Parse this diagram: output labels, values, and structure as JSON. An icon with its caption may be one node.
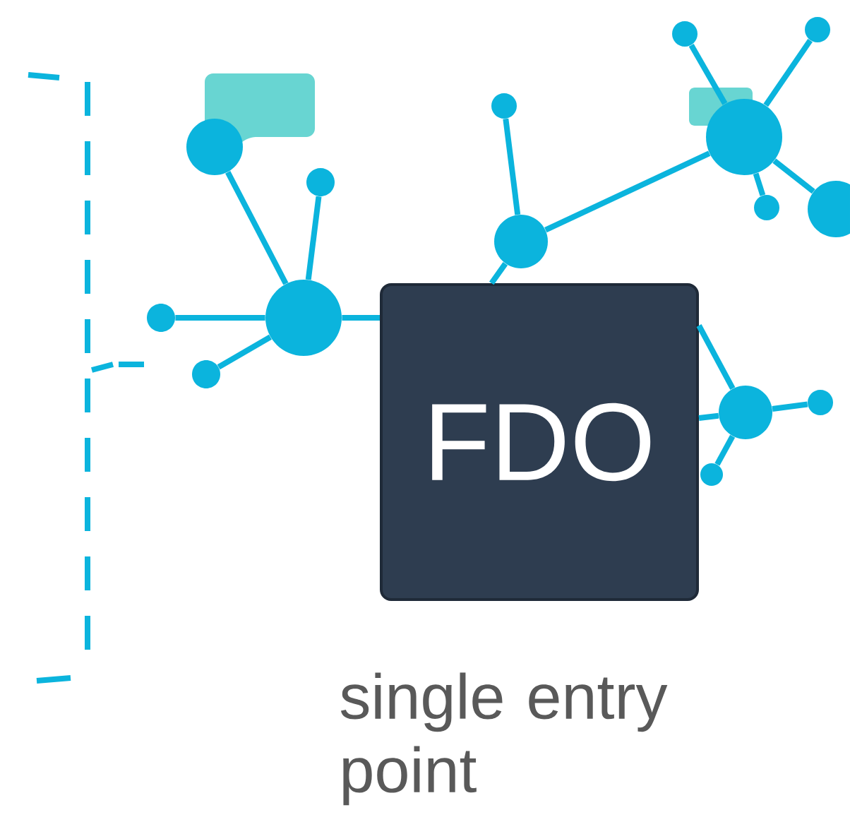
{
  "diagram": {
    "nodes": [
      {
        "text": [],
        "shape": "circle"
      },
      {
        "text": [],
        "shape": "circle"
      },
      {
        "text": [],
        "shape": "circle"
      },
      {
        "text": [],
        "shape": "circle"
      },
      {
        "text": [],
        "shape": "circle"
      },
      {
        "text": [],
        "shape": "circle"
      },
      {
        "text": [],
        "shape": "circle"
      },
      {
        "text": [],
        "shape": "circle"
      },
      {
        "text": [],
        "shape": "circle"
      },
      {
        "text": [],
        "shape": "circle"
      },
      {
        "text": [],
        "shape": "circle"
      },
      {
        "text": [],
        "shape": "circle"
      },
      {
        "text": [
          "FDO"
        ],
        "beside": [
          "single entry point"
        ]
      },
      {
        "text": [],
        "shape": "circle"
      },
      {
        "text": [],
        "shape": "circle"
      },
      {
        "text": [],
        "shape": "circle"
      }
    ],
    "edges": [
      {
        "from": 10,
        "to": 4,
        "arrow": "none"
      },
      {
        "from": 10,
        "to": 5,
        "arrow": "none"
      },
      {
        "from": 10,
        "to": 9,
        "arrow": "none"
      },
      {
        "from": 10,
        "to": 11,
        "arrow": "none"
      },
      {
        "from": 10,
        "to": 12,
        "arrow": "none"
      },
      {
        "from": 12,
        "to": 8,
        "arrow": "none"
      },
      {
        "from": 8,
        "to": 2,
        "arrow": "none"
      },
      {
        "from": 8,
        "to": 3,
        "arrow": "none"
      },
      {
        "from": 3,
        "to": 0,
        "arrow": "none"
      },
      {
        "from": 3,
        "to": 1,
        "arrow": "none"
      },
      {
        "from": 3,
        "to": 6,
        "arrow": "none"
      },
      {
        "from": 3,
        "to": 7,
        "arrow": "none"
      },
      {
        "from": 12,
        "to": 14,
        "arrow": "none"
      },
      {
        "from": 12,
        "to": 14,
        "arrow": "none"
      },
      {
        "from": 14,
        "to": 13,
        "arrow": "none"
      },
      {
        "from": 14,
        "to": 15,
        "arrow": "none"
      }
    ]
  }
}
